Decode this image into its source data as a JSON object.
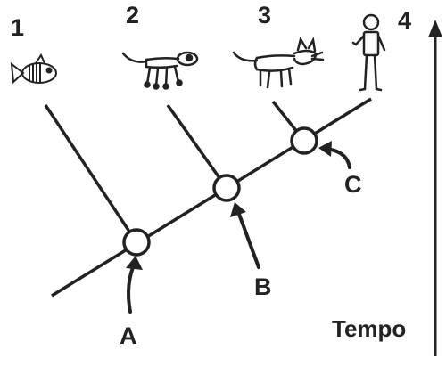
{
  "colors": {
    "ink": "#222222",
    "background": "#ffffff"
  },
  "taxa": [
    {
      "number": "1",
      "icon": "fish-icon"
    },
    {
      "number": "2",
      "icon": "lizard-icon"
    },
    {
      "number": "3",
      "icon": "cat-icon"
    },
    {
      "number": "4",
      "icon": "human-icon"
    }
  ],
  "nodes": [
    {
      "label": "A"
    },
    {
      "label": "B"
    },
    {
      "label": "C"
    }
  ],
  "time_axis": {
    "label": "Tempo"
  }
}
